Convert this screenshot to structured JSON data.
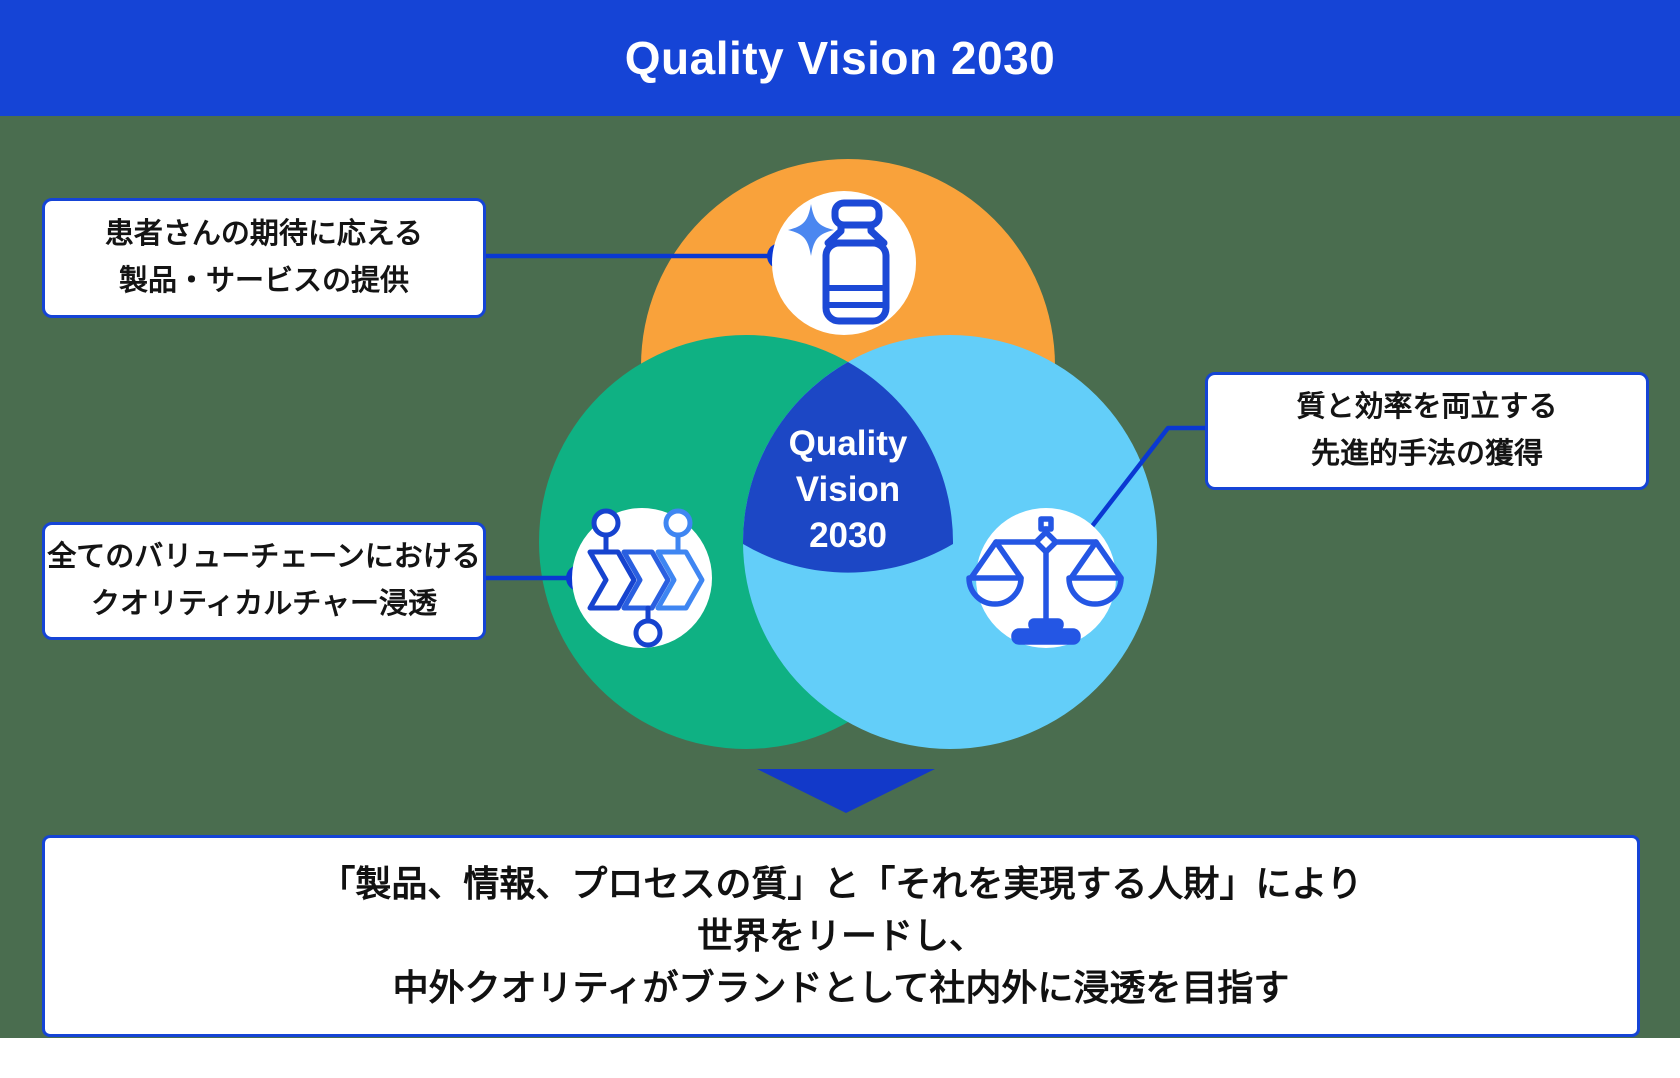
{
  "header": {
    "title": "Quality Vision 2030"
  },
  "venn": {
    "center_lines": [
      "Quality",
      "Vision",
      "2030"
    ],
    "circle_colors": {
      "top": "#F9A23B",
      "left": "#0FB183",
      "right": "#63CEF9"
    },
    "center_color": "#1C47C5",
    "icon_names": {
      "top": "vial-sparkle-icon",
      "left": "value-chain-icon",
      "right": "balance-scale-icon"
    }
  },
  "callouts": {
    "patients": {
      "lines": [
        "患者さんの期待に応える",
        "製品・サービスの提供"
      ]
    },
    "methods": {
      "lines": [
        "質と効率を両立する",
        "先進的手法の獲得"
      ]
    },
    "culture": {
      "lines": [
        "全てのバリューチェーンにおける",
        "クオリティカルチャー浸透"
      ]
    }
  },
  "summary": {
    "lines": [
      "「製品、情報、プロセスの質」と「それを実現する人財」により",
      "世界をリードし、",
      "中外クオリティがブランドとして社内外に浸透を目指す"
    ]
  },
  "colors": {
    "header_bg": "#1544D6",
    "page_background": "#4A6D4F",
    "connector_blue": "#0A38D2",
    "arrow_blue": "#1239C9",
    "box_border_blue": "#1544D6"
  }
}
